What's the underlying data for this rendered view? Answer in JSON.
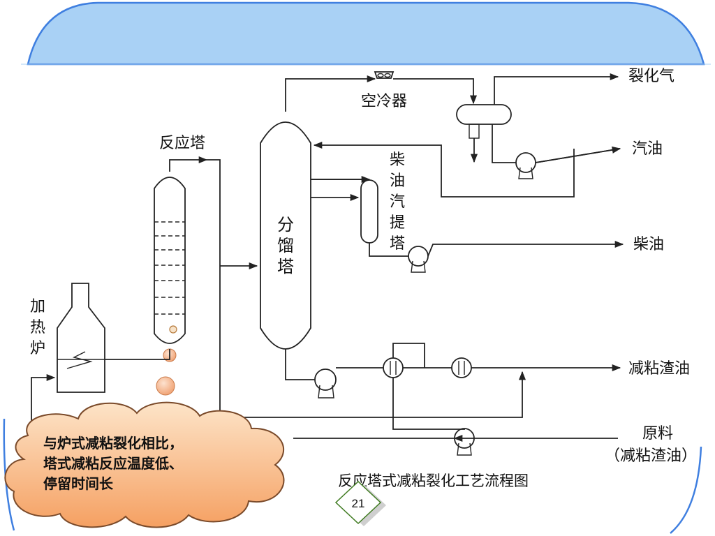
{
  "diagram": {
    "caption": "反应塔式减粘裂化工艺流程图",
    "equipment": {
      "air_cooler": "空冷器",
      "reactor": "反应塔",
      "fractionator": "分馏塔",
      "diesel_stripper": "柴油汽提塔",
      "furnace": "加热炉"
    },
    "streams": {
      "cracked_gas": "裂化气",
      "gasoline": "汽油",
      "diesel": "柴油",
      "visbreaking_residue": "减粘渣油",
      "feed_line1": "原料",
      "feed_line2": "（减粘渣油）"
    }
  },
  "callout": {
    "lines": [
      "与炉式减粘裂化相比，",
      "塔式减粘反应温度低、",
      "停留时间长"
    ]
  },
  "page_number": "21",
  "colors": {
    "header_blue": "#a9d1f5",
    "frame_blue": "#3f7fe0",
    "cloud_fill_top": "#fde4c8",
    "cloud_fill_bottom": "#f7a56d",
    "cloud_stroke": "#7a4a2a",
    "diamond_stroke": "#3e7a1f"
  }
}
